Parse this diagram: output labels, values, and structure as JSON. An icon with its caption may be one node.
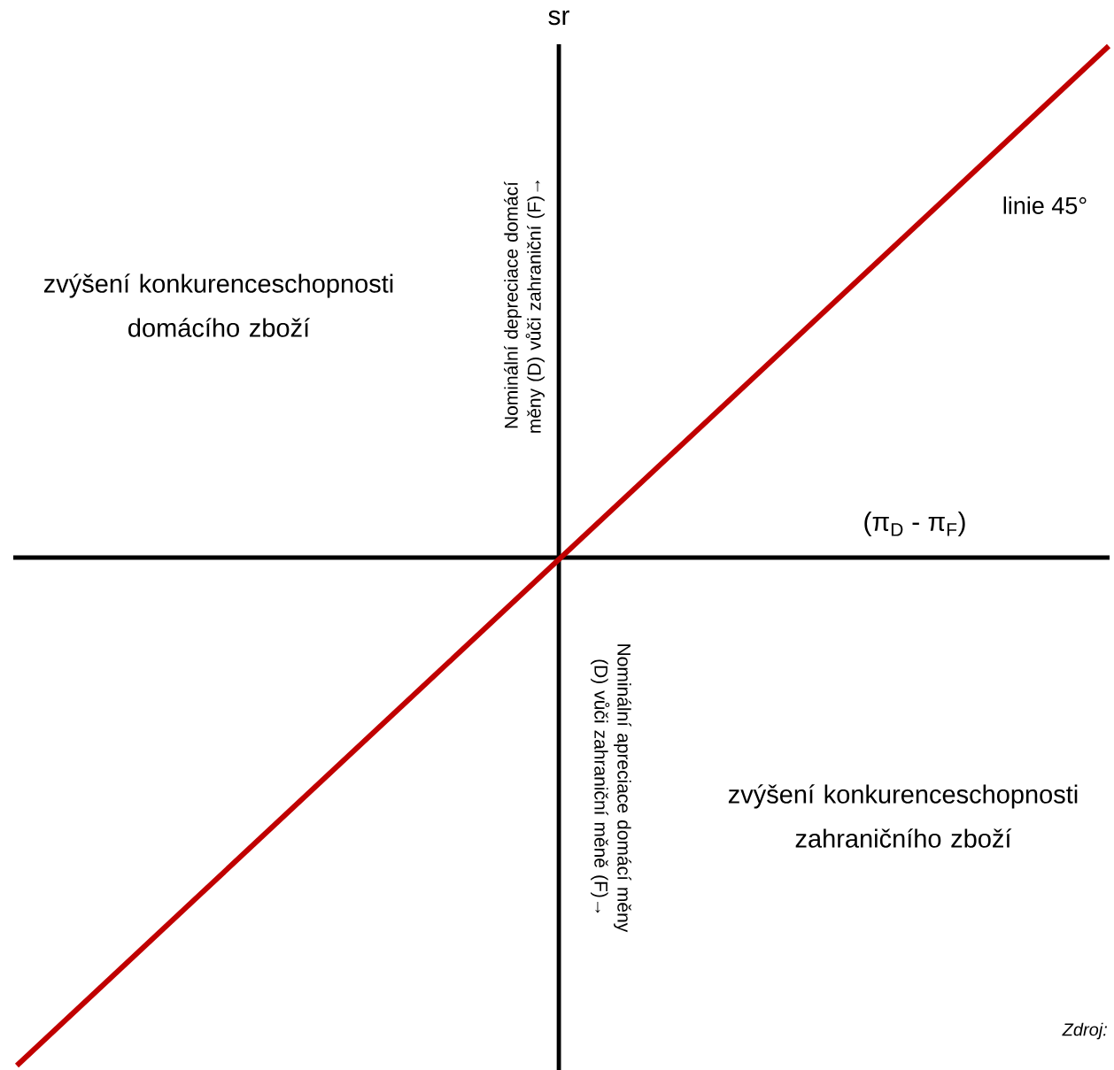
{
  "diagram": {
    "labels": [
      "sr",
      "Nominální depreciace domácí měny (D) vůči zahraniční (F)→",
      "linie 45°",
      "zvýšení konkurenceschopnosti domácího zboží",
      "(π$_{D}$ - π$_{F}$)",
      "Nominální apreciace domácí měny (D) vůči zahraniční měně (F)→",
      "zvýšení konkurenceschopnosti zahraničního zboží",
      "Zdroj:"
    ]
  }
}
